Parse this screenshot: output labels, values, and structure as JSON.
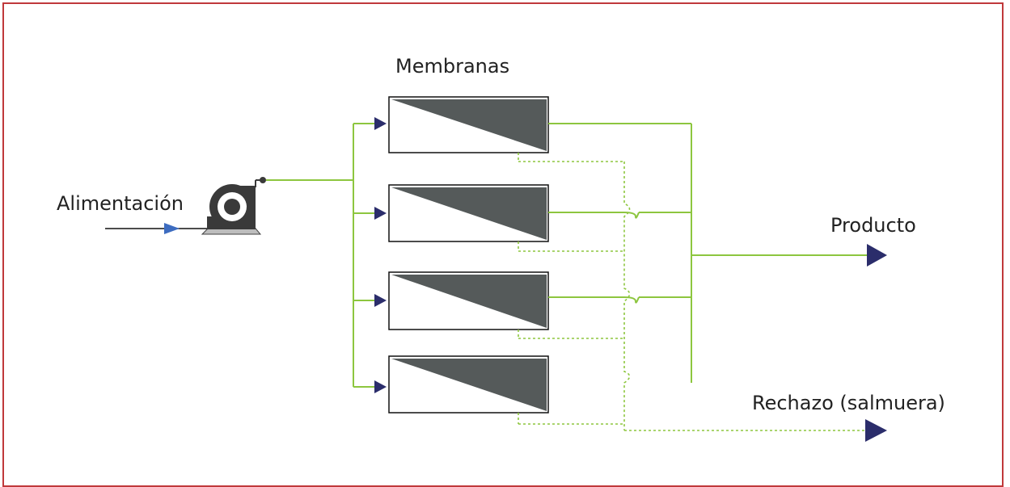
{
  "diagram": {
    "labels": {
      "membranes": "Membranas",
      "feed": "Alimentación",
      "product": "Producto",
      "reject": "Rechazo (salmuera)"
    },
    "membrane_count": 4,
    "colors": {
      "frame": "#c0393b",
      "pipe": "#8dc63f",
      "membrane_fill": "#555a5a",
      "arrow": "#2b2d6b",
      "feed_arrow": "#3d6cc0",
      "pump": "#3a3a3a"
    },
    "icons": [
      "pump-icon",
      "membrane-module-icon",
      "arrow-icon"
    ]
  }
}
